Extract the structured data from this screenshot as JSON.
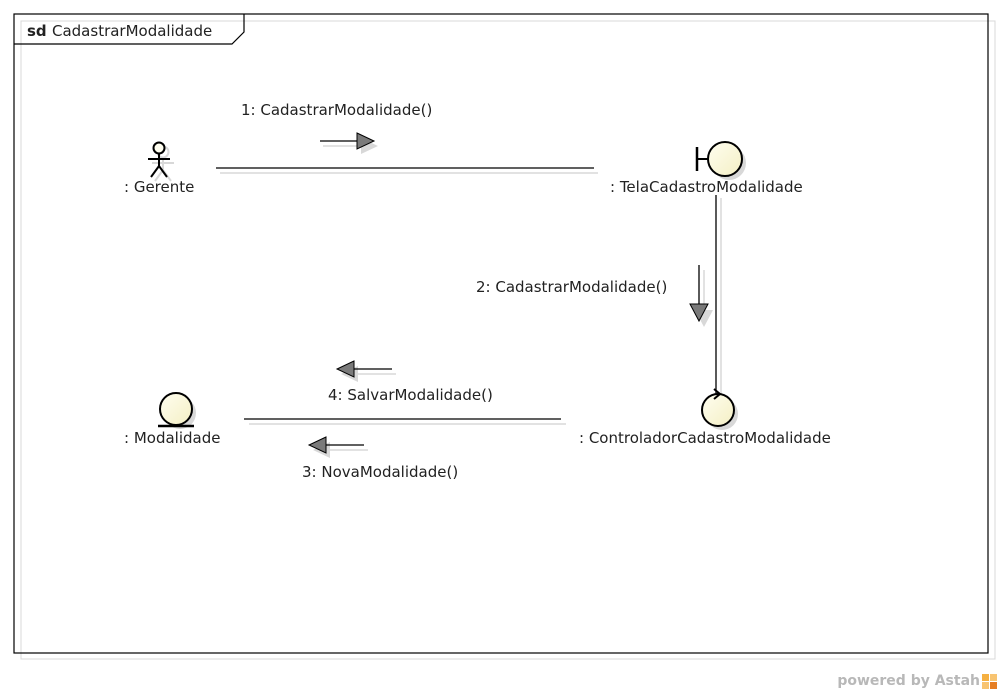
{
  "frame": {
    "keyword": "sd",
    "name": "CadastrarModalidade"
  },
  "participants": {
    "gerente": ": Gerente",
    "tela": ": TelaCadastroModalidade",
    "controlador": ": ControladorCadastroModalidade",
    "modalidade": ": Modalidade"
  },
  "messages": {
    "m1": "1: CadastrarModalidade()",
    "m2": "2: CadastrarModalidade()",
    "m3": "3: NovaModalidade()",
    "m4": "4: SalvarModalidade()"
  },
  "footer": {
    "text": "powered by Astah"
  },
  "colors": {
    "lifelineFill": "#fdfbe3",
    "stroke": "#000000",
    "shadow": "#d9d9d9",
    "arrowFill": "#7a7a7a"
  },
  "icons": {
    "actor": "stick-figure-actor-icon",
    "boundary": "boundary-icon",
    "control": "control-icon",
    "entity": "entity-icon"
  }
}
